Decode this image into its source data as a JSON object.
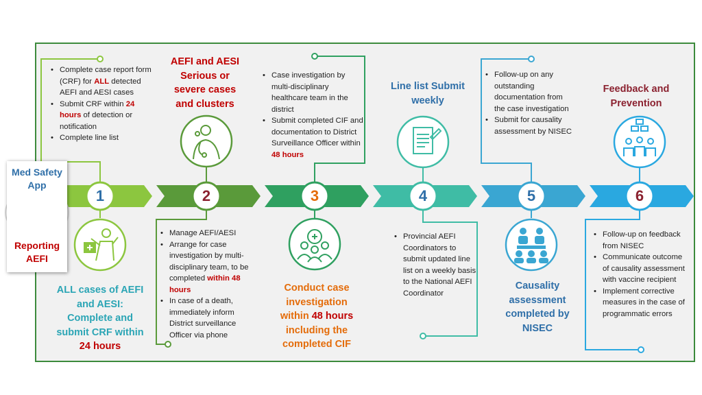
{
  "colors": {
    "frame_border": "#3c8a3c",
    "red": "#c00000",
    "blue": "#2f6fa8",
    "teal": "#2b8f83",
    "green": "#2e8b57",
    "orange": "#e46c0a",
    "darkred": "#8b2230"
  },
  "app": {
    "title": "Med Safety App",
    "subtitle": "Reporting AEFI"
  },
  "steps": [
    {
      "number": "1",
      "color": "#8cc63f",
      "bullets": [
        [
          "Complete case report form (CRF) for ",
          "ALL",
          " detected AEFI and AESI cases"
        ],
        [
          "Submit CRF within ",
          "24 hours",
          " of detection or notification"
        ],
        [
          "Complete line list",
          "",
          ""
        ]
      ],
      "caption_a": "ALL cases of AEFI and AESI: Complete and submit CRF within ",
      "caption_b": "24 hours"
    },
    {
      "number": "2",
      "color": "#5a9a3a",
      "title": "AEFI and AESI Serious or severe cases and clusters",
      "bullets": [
        [
          "Manage AEFI/AESI",
          "",
          ""
        ],
        [
          "Arrange for case investigation by multi-disciplinary team, to be completed ",
          "within 48 hours",
          ""
        ],
        [
          "In case of a death, immediately inform District surveillance Officer via phone",
          "",
          ""
        ]
      ]
    },
    {
      "number": "3",
      "color": "#2fa060",
      "bullets": [
        [
          "Case investigation by multi-disciplinary healthcare team in the district",
          "",
          ""
        ],
        [
          "Submit completed CIF and documentation to District Surveillance Officer within ",
          "48 hours",
          ""
        ]
      ],
      "caption_a": "Conduct case investigation within ",
      "caption_b": "48 hours",
      "caption_c": " including the completed CIF"
    },
    {
      "number": "4",
      "color": "#3fbca5",
      "title": "Line list Submit weekly",
      "bullets": [
        [
          "Provincial AEFI Coordinators to submit updated line list on a weekly basis to the National AEFI Coordinator",
          "",
          ""
        ]
      ]
    },
    {
      "number": "5",
      "color": "#3aa6d2",
      "bullets": [
        [
          "Follow-up on any outstanding documentation from the case investigation",
          "",
          ""
        ],
        [
          "Submit for causality assessment by NISEC",
          "",
          ""
        ]
      ],
      "caption": "Causality assessment completed by NISEC"
    },
    {
      "number": "6",
      "color": "#2aa8e0",
      "title": "Feedback and Prevention",
      "bullets": [
        [
          "Follow-up on feedback from NISEC",
          "",
          ""
        ],
        [
          "Communicate outcome of causality assessment with vaccine recipient",
          "",
          ""
        ],
        [
          "Implement corrective measures in the case of programmatic errors",
          "",
          ""
        ]
      ]
    }
  ],
  "icons": [
    "stethoscope-doctor-icon",
    "health-worker-icon",
    "medical-team-icon",
    "document-icon",
    "meeting-icon",
    "feedback-group-icon"
  ]
}
